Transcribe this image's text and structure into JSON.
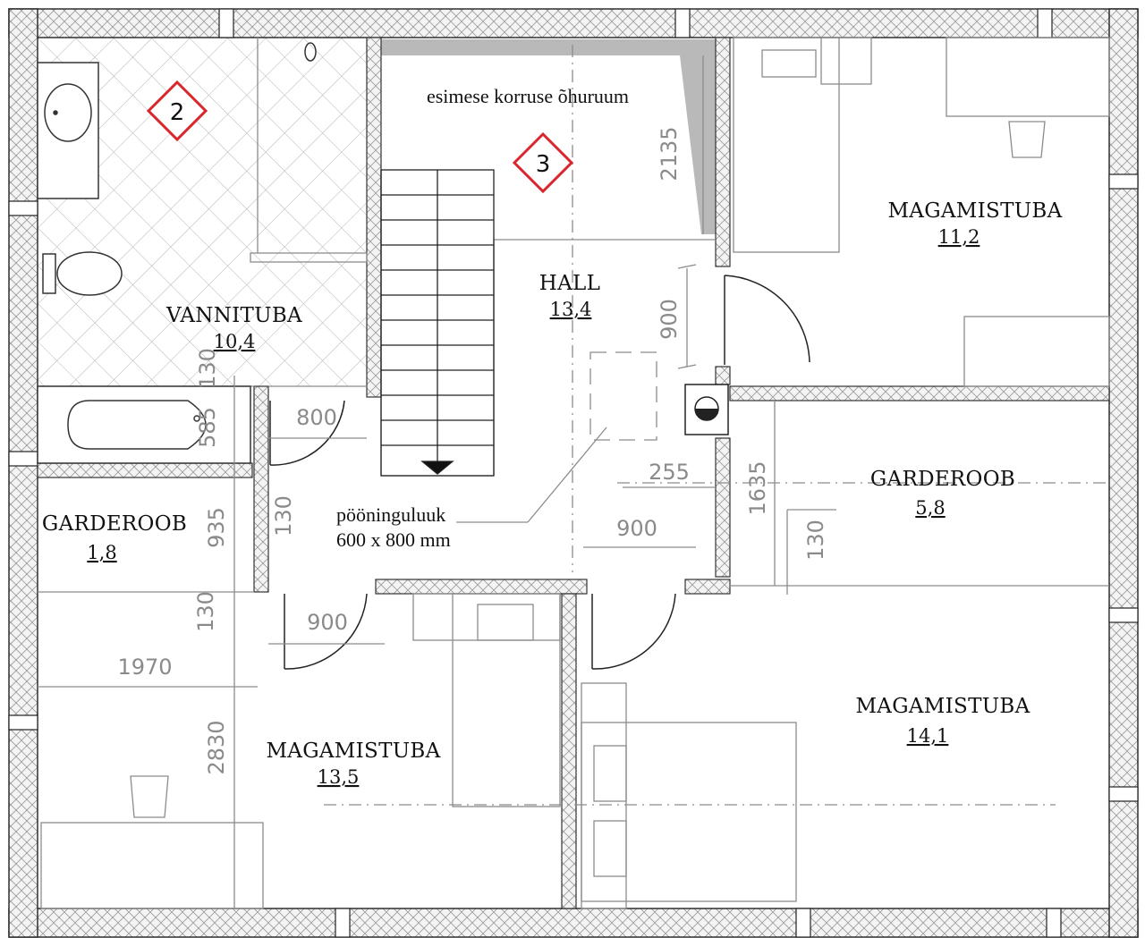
{
  "rooms": {
    "bathroom": {
      "name": "VANNITUBA",
      "area": "10,4"
    },
    "void": {
      "name": "esimese korruse õhuruum"
    },
    "bedroom_ne": {
      "name": "MAGAMISTUBA",
      "area": "11,2"
    },
    "hall": {
      "name": "HALL",
      "area": "13,4"
    },
    "closet_e": {
      "name": "GARDEROOB",
      "area": "5,8"
    },
    "closet_w": {
      "name": "GARDEROOB",
      "area": "1,8"
    },
    "bedroom_sw": {
      "name": "MAGAMISTUBA",
      "area": "13,5"
    },
    "bedroom_se": {
      "name": "MAGAMISTUBA",
      "area": "14,1"
    }
  },
  "attic_hatch": {
    "label": "pööninguluuk",
    "size": "600 x 800 mm"
  },
  "markers": {
    "m2": "2",
    "m3": "3"
  },
  "dimensions": {
    "d2135": "2135",
    "d900_hall_vertical": "900",
    "d130_bath": "130",
    "d585": "585",
    "d800": "800",
    "d255": "255",
    "d1635": "1635",
    "d900_hall": "900",
    "d130_hall": "130",
    "d935": "935",
    "d130_closet_e": "130",
    "d130_sw": "130",
    "d900_sw": "900",
    "d1970": "1970",
    "d2830": "2830"
  },
  "colors": {
    "marker_red": "#d8262c",
    "dimension_gray": "#8a8a8a",
    "wall_outline": "#222222",
    "void_fill": "#b9b9b9"
  }
}
